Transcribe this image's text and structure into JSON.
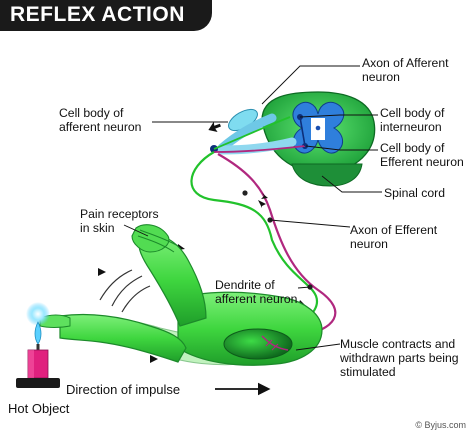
{
  "title": "REFLEX ACTION",
  "labels": {
    "axon_afferent": "Axon of Afferent\nneuron",
    "cell_body_afferent": "Cell body of\nafferent neuron",
    "cell_body_interneuron": "Cell body of\ninterneuron",
    "cell_body_efferent": "Cell body of\nEfferent neuron",
    "spinal_cord": "Spinal cord",
    "pain_receptors": "Pain receptors\nin skin",
    "axon_efferent": "Axon of Efferent\nneuron",
    "dendrite_afferent": "Dendrite of\nafferent neuron",
    "muscle_contracts": "Muscle contracts and\nwithdrawn parts being\nstimulated",
    "direction_of_impulse": "Direction of impulse",
    "hot_object": "Hot Object"
  },
  "credit": "© Byjus.com",
  "colors": {
    "afferent_nerve": "#22c22c",
    "efferent_nerve": "#b0287f",
    "spinal_green": "#2ec94a",
    "spinal_blue": "#2f7fdc",
    "arm_green": "#3fd63f",
    "candle_pink": "#e0207e",
    "flame_cyan": "#5ad0ff"
  },
  "icons": [
    "copyright-icon",
    "flame-icon",
    "arrow-right-icon"
  ]
}
